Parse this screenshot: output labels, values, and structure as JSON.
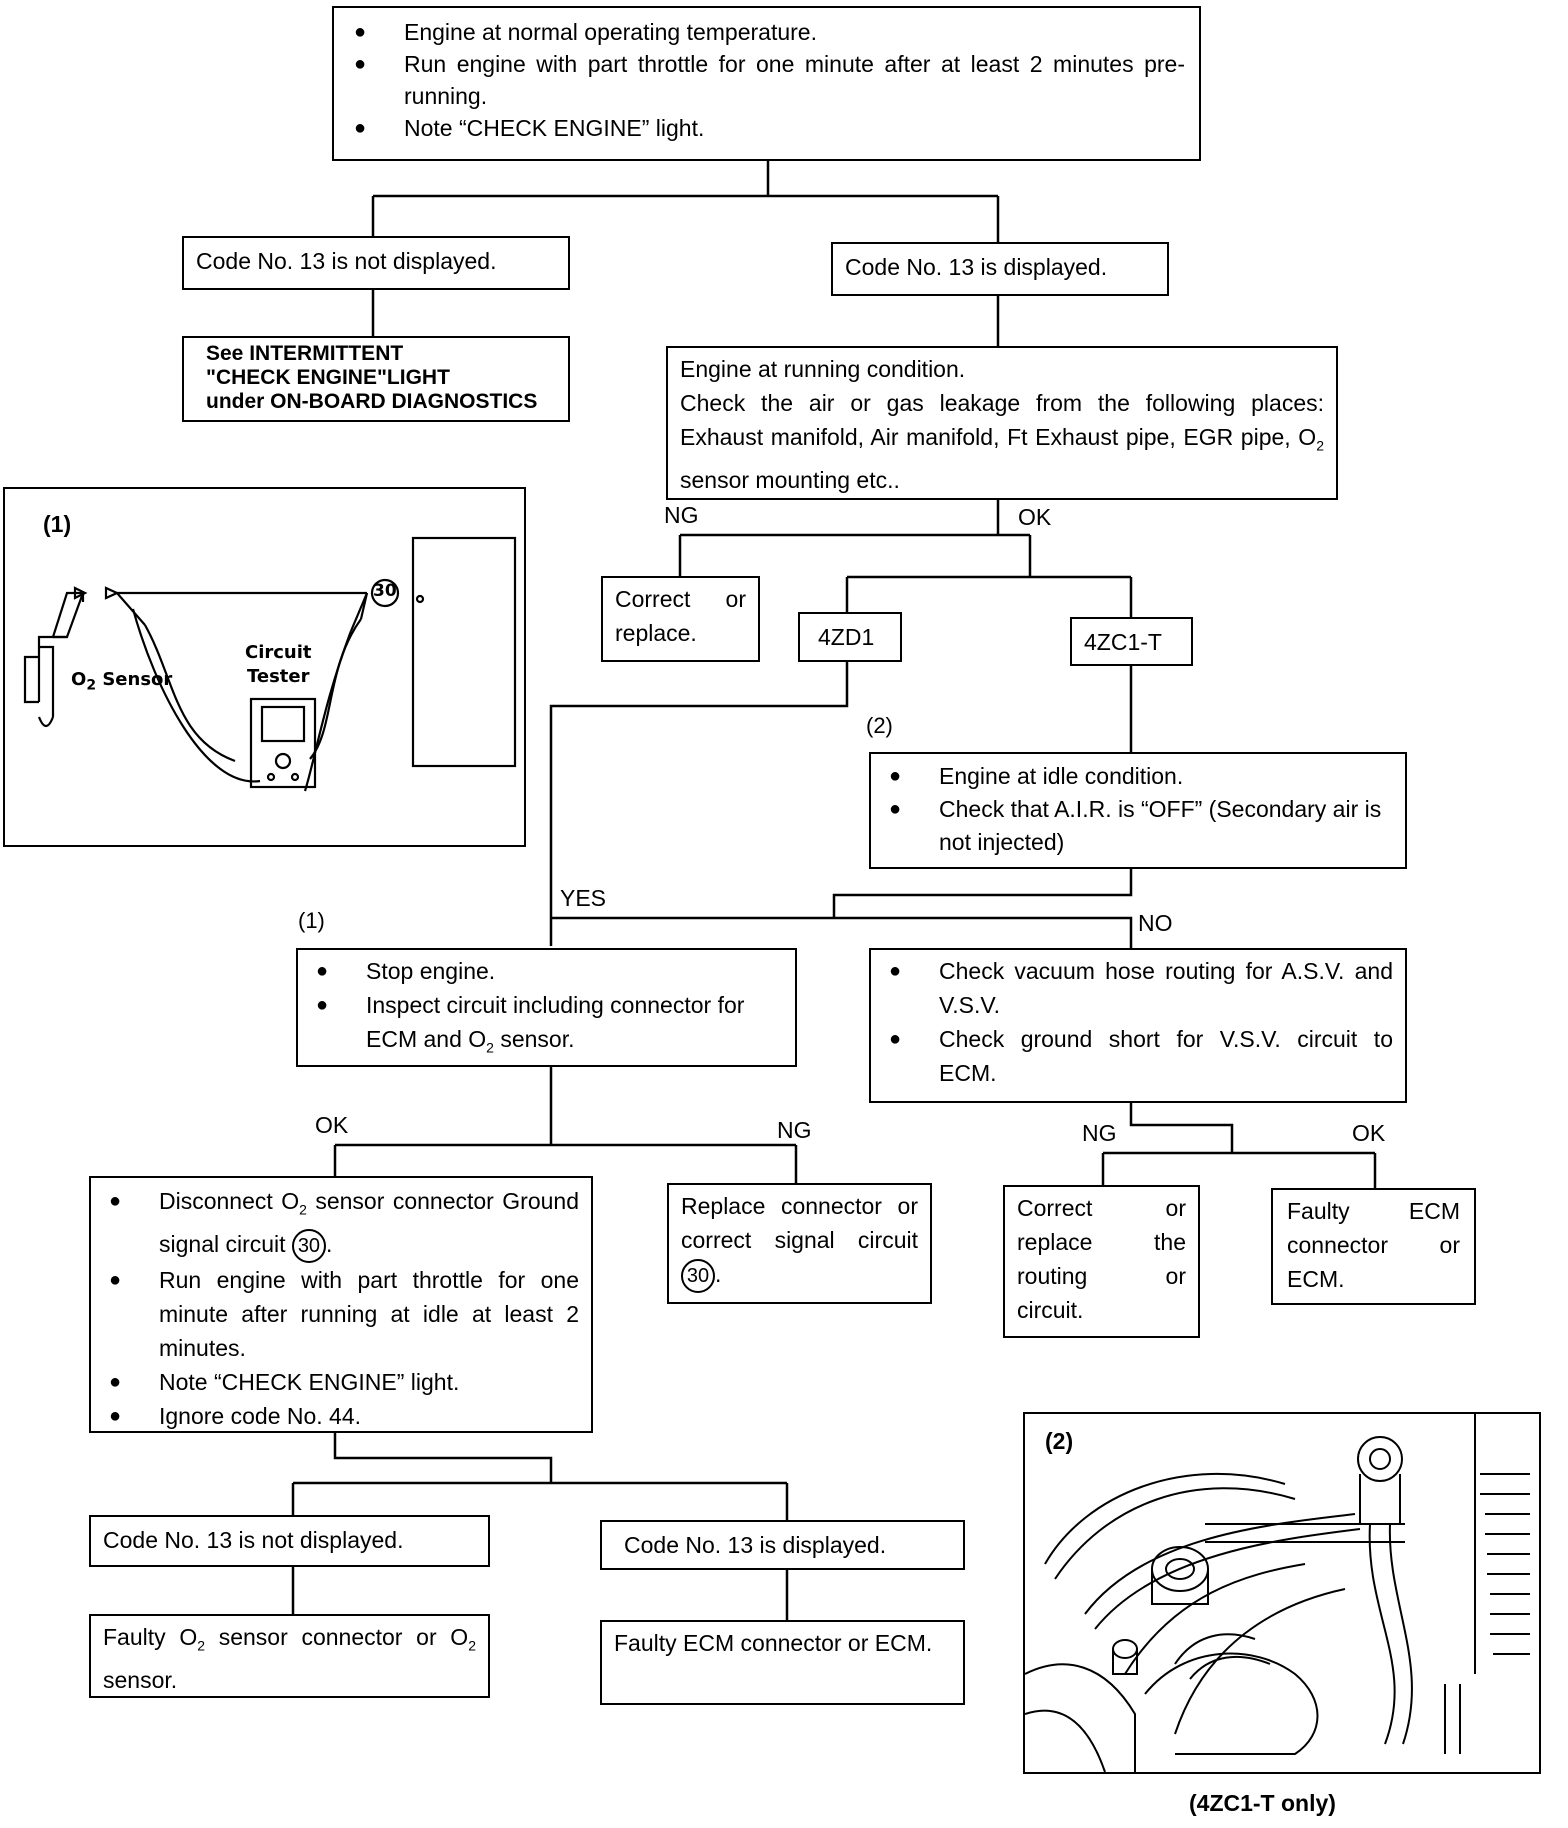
{
  "start_box": {
    "items": [
      "Engine at normal operating temperature.",
      "Run engine with part throttle for one minute after at least 2 minutes pre-running.",
      "Note “CHECK ENGINE” light."
    ]
  },
  "code13_not_displayed_1": "Code No. 13 is not displayed.",
  "code13_displayed_1": "Code No. 13 is displayed.",
  "intermittent_box": {
    "line1": "See INTERMITTENT",
    "line2": "\"CHECK ENGINE\"LIGHT",
    "line3": "under ON-BOARD DIAGNOSTICS"
  },
  "leak_box": {
    "line1": "Engine at running condition.",
    "text_a": "Check the air or gas leakage from the following places: Exhaust manifold, Air manifold, Ft Exhaust pipe, EGR pipe, O",
    "subscript": "2",
    "text_b": " sensor mounting etc.."
  },
  "branch_labels": {
    "ng": "NG",
    "ok": "OK",
    "yes": "YES",
    "no": "NO"
  },
  "correct_replace_box": "Correct or replace.",
  "engine_4zd1": "4ZD1",
  "engine_4zc1t": "4ZC1-T",
  "ref_tags": {
    "one": "(1)",
    "two": "(2)"
  },
  "idle_box": {
    "items": [
      "Engine at idle condition.",
      "Check that A.I.R. is “OFF” (Secondary air is not injected)"
    ]
  },
  "stop_box": {
    "item1": "Stop engine.",
    "item2_a": "Inspect circuit including connector for ECM and O",
    "item2_sub": "2",
    "item2_b": " sensor."
  },
  "vacuum_box": {
    "items": [
      "Check vacuum hose routing for A.S.V. and V.S.V.",
      "Check ground short for V.S.V. circuit to ECM."
    ]
  },
  "disconnect_box": {
    "item1_a": "Disconnect O",
    "item1_sub": "2",
    "item1_b": " sensor connector Ground signal circuit ",
    "item1_c": ".",
    "item2": "Run engine with part throttle for one minute after running at idle at least 2 minutes.",
    "item3": "Note “CHECK ENGINE” light.",
    "item4": "Ignore code No. 44."
  },
  "circuit_number": "30",
  "replace_connector_box": {
    "text_a": "Replace connector or correct signal circuit ",
    "text_b": "."
  },
  "correct_routing_box": "Correct or replace the routing or circuit.",
  "faulty_ecm_box_1": "Faulty ECM connector or ECM.",
  "code13_not_displayed_2": "Code No. 13 is not displayed.",
  "code13_displayed_2": "Code No. 13 is displayed.",
  "faulty_o2_box": {
    "text_a": "Faulty O",
    "sub1": "2",
    "text_b": " sensor connector or O",
    "sub2": "2",
    "text_c": " sensor."
  },
  "faulty_ecm_box_2": "Faulty ECM connector or ECM.",
  "illustration_1": {
    "o2_sensor_label": "O",
    "o2_sensor_sub": "2",
    "o2_sensor_rest": " Sensor",
    "tester_line1": "Circuit",
    "tester_line2": "Tester",
    "terminal": "30"
  },
  "illustration_2_caption": "(4ZC1-T only)"
}
